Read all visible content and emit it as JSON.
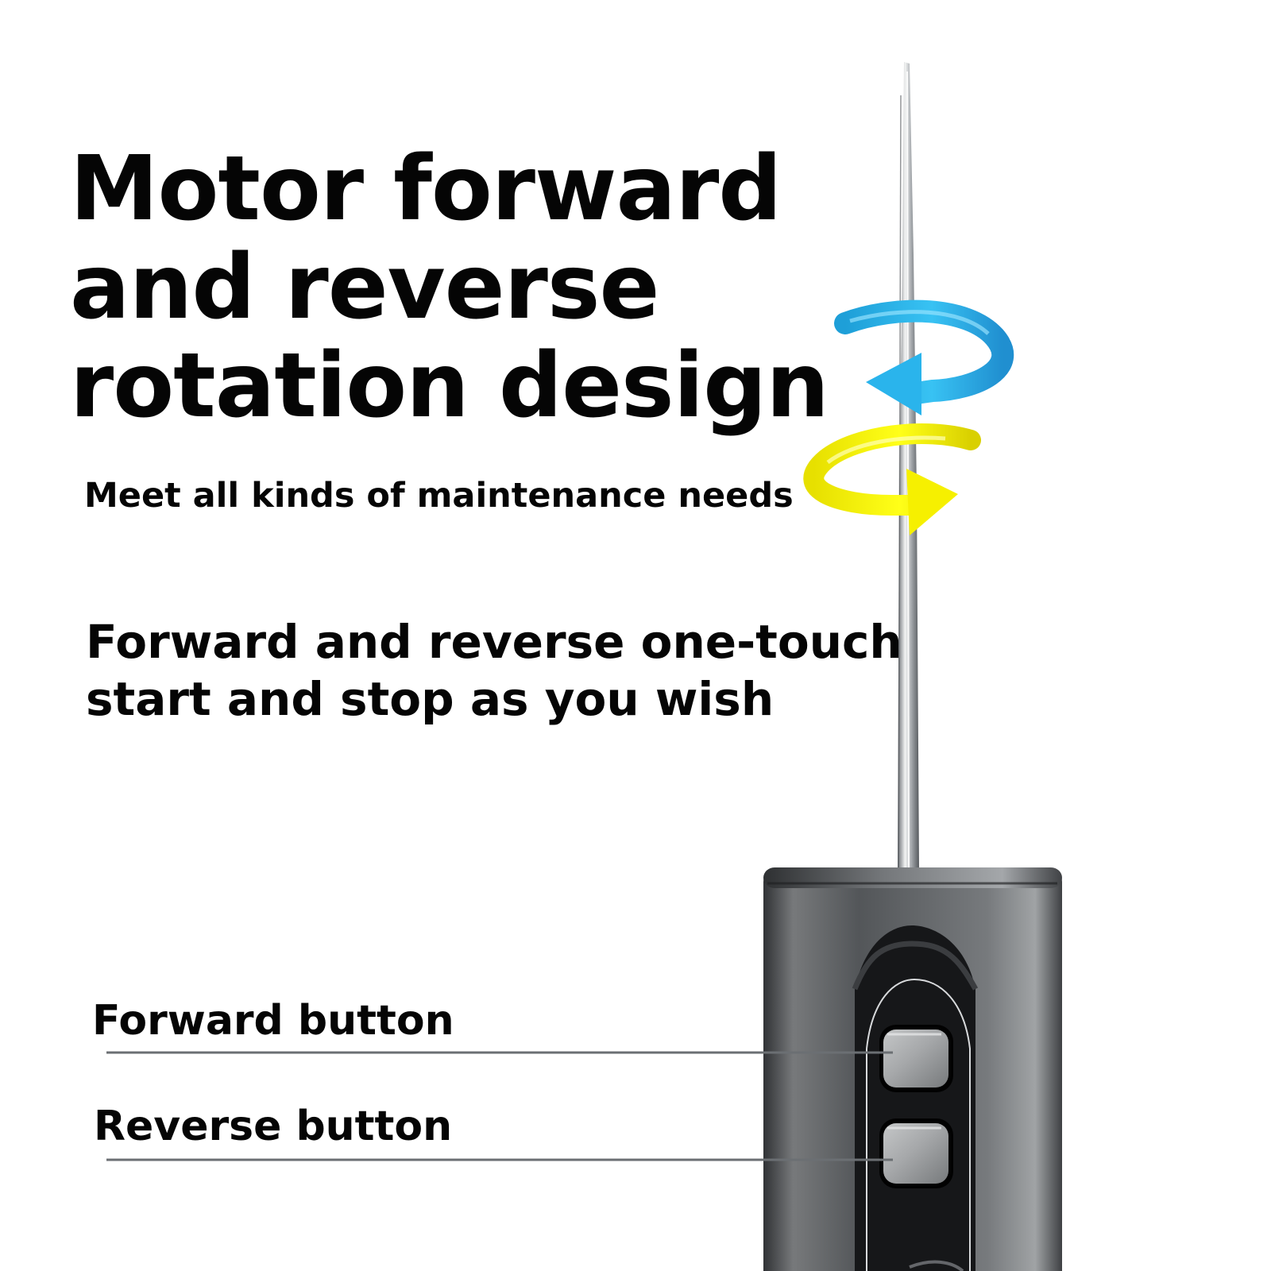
{
  "headline": {
    "line_1": "Motor forward",
    "line_2": "and reverse",
    "line_3": "rotation design"
  },
  "subtitle": "Meet all kinds of maintenance needs",
  "feature": {
    "line_1": "Forward and reverse one-touch",
    "line_2": "start and stop as you wish"
  },
  "callouts": {
    "forward_button": "Forward button",
    "reverse_button": "Reverse button"
  },
  "colors": {
    "text": "#050505",
    "blue_arrow": "#2aaee9",
    "yellow_arrow": "#f5f000",
    "device_body": "#5f6265",
    "device_panel": "#161719"
  },
  "icons": {
    "rotation_top": "blue-counterclockwise-rotation-arrow",
    "rotation_bottom": "yellow-clockwise-rotation-arrow"
  }
}
